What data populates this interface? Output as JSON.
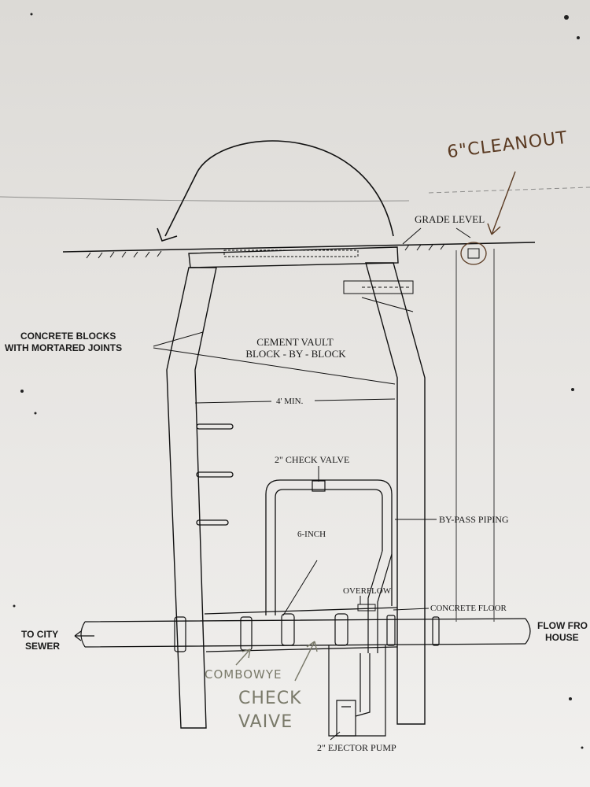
{
  "labels": {
    "cleanout": "6\"CLEANOUT",
    "grade_level": "GRADE LEVEL",
    "concrete_blocks_line1": "CONCRETE BLOCKS",
    "concrete_blocks_line2": "WITH MORTARED JOINTS",
    "cement_vault_line1": "CEMENT VAULT",
    "cement_vault_line2": "BLOCK - BY - BLOCK",
    "min_width": "4' MIN.",
    "check_valve_2in": "2\" CHECK VALVE",
    "bypass_piping": "BY-PASS PIPING",
    "six_inch": "6-INCH",
    "overflow": "OVERFLOW",
    "concrete_floor": "CONCRETE FLOOR",
    "to_city_sewer_line1": "TO CITY",
    "to_city_sewer_line2": "SEWER",
    "flow_from_house_line1": "FLOW FRO",
    "flow_from_house_line2": "HOUSE",
    "combo_wye": "COMBOWYE",
    "check_valve_hand_line1": "CHECK",
    "check_valve_hand_line2": "VAIVE",
    "ejector_pump": "2\" EJECTOR PUMP"
  },
  "colors": {
    "ink": "#1a1a1a",
    "handwriting_brown": "#5a3a22",
    "handwriting_gray": "#7a7a6a",
    "paper": "#e6e4e1"
  }
}
